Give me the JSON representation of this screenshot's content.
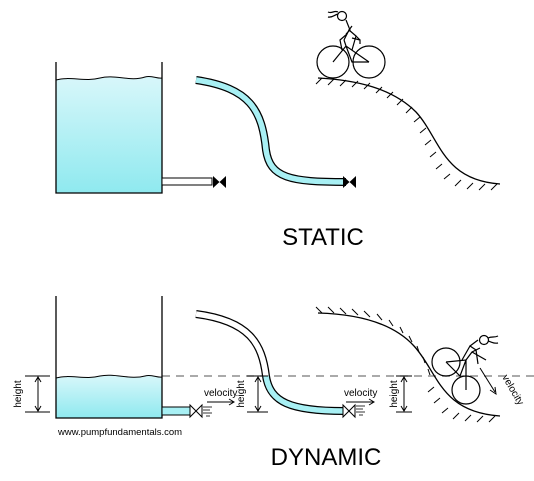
{
  "labels": {
    "static": "STATIC",
    "dynamic": "DYNAMIC",
    "height": "height",
    "velocity": "velocity",
    "website": "www.pumpfundamentals.com"
  },
  "colors": {
    "water": "#a8f0f4",
    "water_top": "#d6f7fa",
    "stroke": "#000000",
    "dashed": "#777777"
  }
}
